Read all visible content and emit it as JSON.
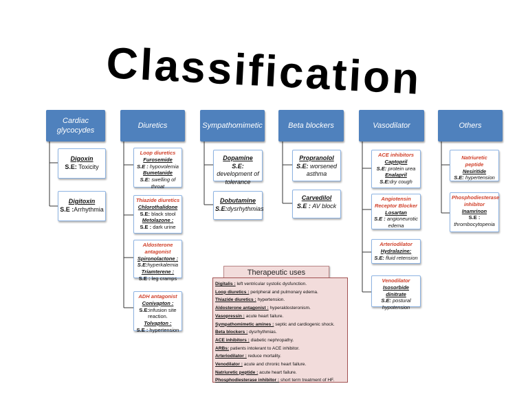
{
  "title": "Classification",
  "categories": {
    "cardiac": "Cardiac glycocydes",
    "diuretics": "Diuretics",
    "sympathomimetic": "Sympathomimetic",
    "beta_blockers": "Beta blockers",
    "vasodilator": "Vasodilator",
    "others": "Others"
  },
  "cardiac": {
    "digoxin_name": "Digoxin",
    "digoxin_se_label": "S.E:",
    "digoxin_se": " Toxicity",
    "digitoxin_name": "Digitoxin",
    "digitoxin_se_label": "S.E :",
    "digitoxin_se": "Arrhythmia"
  },
  "diuretics": {
    "loop_title": "Loop diuretics",
    "furosemide": "Furosemide",
    "furosemide_se_label": "S.E :",
    "furosemide_se": " hypovolemia",
    "bumetanide": "Bumetanide",
    "bumetanide_se_label": "S.E:",
    "bumetanide_se": " swelling of throat",
    "thiazide_title": "Thiazide diuretics",
    "chlorothalidone": "Chlorothalidone",
    "chlorothalidone_se_label": "S.E:",
    "chlorothalidone_se": " black stool",
    "metolazone": "Metolazone :",
    "metolazone_se_label": "S.E :",
    "metolazone_se": " dark urine",
    "aldosterone_title": "Aldosterone antagonist",
    "spironolactone": "Spironolactone :",
    "spironolactone_se_label": "S.E:",
    "spironolactone_se": "hyperkalemia",
    "triamterene": "Triamterene :",
    "triamterene_se_label": "S.E :",
    "triamterene_se": " leg cramps",
    "adh_title": "ADH antagonist",
    "conivapton": "Conivapton :",
    "conivapton_se_label": "S.E:",
    "conivapton_se": "infusion site reaction.",
    "tolvapton": "Tolvapton :",
    "tolvapton_se_label": "S.E :",
    "tolvapton_se": " hypertension"
  },
  "sympathomimetic": {
    "dopamine": "Dopamine",
    "dopamine_se_label": "S.E:",
    "dopamine_se": " development of tolerance",
    "dobutamine": "Dobutamine",
    "dobutamine_se_label": "S.E:",
    "dobutamine_se": "dysrhythmias"
  },
  "beta_blockers": {
    "propranolol": "Propranolol",
    "propranolol_se_label": "S.E:",
    "propranolol_se": " worsened asthma",
    "carvedilol": "Carvedilol",
    "carvedilol_se_label": "S.E :",
    "carvedilol_se": " AV block"
  },
  "vasodilator": {
    "ace_title": "ACE inhibitors",
    "captopril": "Captopril",
    "captopril_se_label": "S.E:",
    "captopril_se": " protein urea",
    "enalapril": "Enalapril",
    "enalapril_se_label": "S.E:",
    "enalapril_se": "dry cough",
    "arb_title": "Angiotensin Receptor Blocker",
    "losartan": "Losartan",
    "losartan_se_label": "S.E :",
    "losartan_se": " angioneurotic edema",
    "arteriodilator_title": "Arteriodilator",
    "hydralazine": "Hydralazine:",
    "hydralazine_se_label": "S.E:",
    "hydralazine_se": " fluid retension",
    "venodilator_title": "Venodilator",
    "isosorbide": "Isosorbide dinitrate",
    "isosorbide_se_label": "S.E:",
    "isosorbide_se": " postural hypotension"
  },
  "others": {
    "npi_title": "Natriuretic peptide",
    "nesiritide": "Nesiritide",
    "nesiritide_se_label": "S.E:",
    "nesiritide_se": " hypertension",
    "pdi_title": "Phosphodiesterase inhibitor",
    "inamrinon": "Inamrinon",
    "inamrinon_se_label": "S.E :",
    "inamrinon_se": "thrombocytopenia"
  },
  "therapeutic": {
    "title": "Therapeutic uses",
    "items": [
      {
        "k": "Digitalis :",
        "v": " left ventricular systolic dysfunction."
      },
      {
        "k": "Loop diuretics :",
        "v": " peripheral and pulmonary edema."
      },
      {
        "k": "Thiazide diuretics :",
        "v": " hypertension."
      },
      {
        "k": "Aldosterone antagonist :",
        "v": " hyperaldosteronism."
      },
      {
        "k": "Vasopressin :",
        "v": " acute heart failure."
      },
      {
        "k": "Sympathomimetic amines :",
        "v": " septic and cardiogenic shock."
      },
      {
        "k": "Beta blockers :",
        "v": " dysrhythmias."
      },
      {
        "k": "ACE inhibitors :",
        "v": " diabetic nephropathy."
      },
      {
        "k": "ARBs:",
        "v": " patients intolerant to ACE inhibitor."
      },
      {
        "k": "Arteriodilator :",
        "v": "  reduce mortality."
      },
      {
        "k": "Venodilator :",
        "v": "  acute and chronic heart failure."
      },
      {
        "k": "Natriuretic peptide :",
        "v": " acute heart failure."
      },
      {
        "k": "Phosphodiesterase inhibitor :",
        "v": " short term treatment of HF."
      }
    ]
  }
}
